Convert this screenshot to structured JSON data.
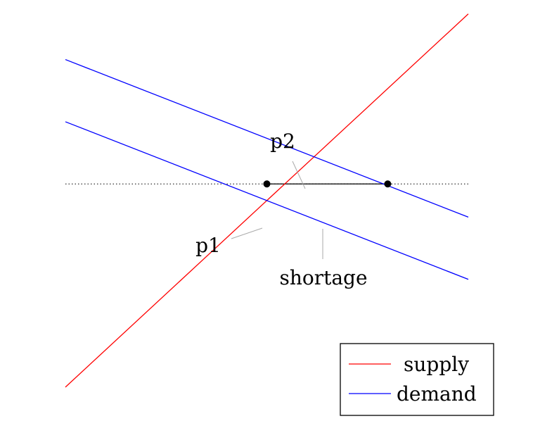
{
  "chart_data": {
    "type": "line",
    "title": "",
    "xlabel": "",
    "ylabel": "",
    "xlim": [
      0,
      1
    ],
    "ylim": [
      0,
      1
    ],
    "series": [
      {
        "name": "supply",
        "color": "#ff0000",
        "x": [
          0,
          1
        ],
        "y": [
          0.08,
          0.98
        ]
      },
      {
        "name": "demand",
        "color": "#0000ff",
        "x": [
          0,
          1
        ],
        "y": [
          0.72,
          0.34
        ]
      },
      {
        "name": "demand",
        "color": "#0000ff",
        "x": [
          0,
          1
        ],
        "y": [
          0.87,
          0.49
        ]
      }
    ],
    "reference_line": {
      "style": "dotted",
      "y": 0.57
    },
    "points": [
      {
        "x": 0.5,
        "y": 0.57
      },
      {
        "x": 0.8,
        "y": 0.57
      }
    ],
    "annotations": [
      {
        "text": "p1"
      },
      {
        "text": "p2"
      },
      {
        "text": "shortage"
      }
    ],
    "legend": {
      "position": "bottom-right",
      "entries": [
        {
          "label": "supply",
          "color": "#ff0000"
        },
        {
          "label": "demand",
          "color": "#0000ff"
        }
      ]
    }
  }
}
